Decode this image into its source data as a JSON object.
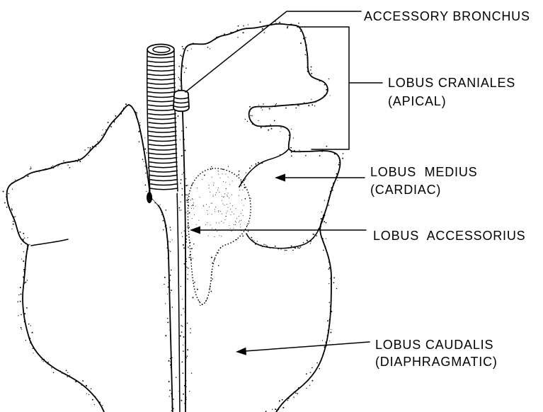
{
  "colors": {
    "ink": "#000000",
    "background": "#ffffff"
  },
  "labels": {
    "accessory_bronchus": "ACCESSORY BRONCHUS",
    "lobus_craniales": "LOBUS CRANIALES",
    "lobus_craniales_alt": "(APICAL)",
    "lobus_medius": "LOBUS  MEDIUS",
    "lobus_medius_alt": "(CARDIAC)",
    "lobus_accessorius": "LOBUS  ACCESSORIUS",
    "lobus_caudalis": "LOBUS CAUDALIS",
    "lobus_caudalis_alt": "(DIAPHRAGMATIC)"
  }
}
